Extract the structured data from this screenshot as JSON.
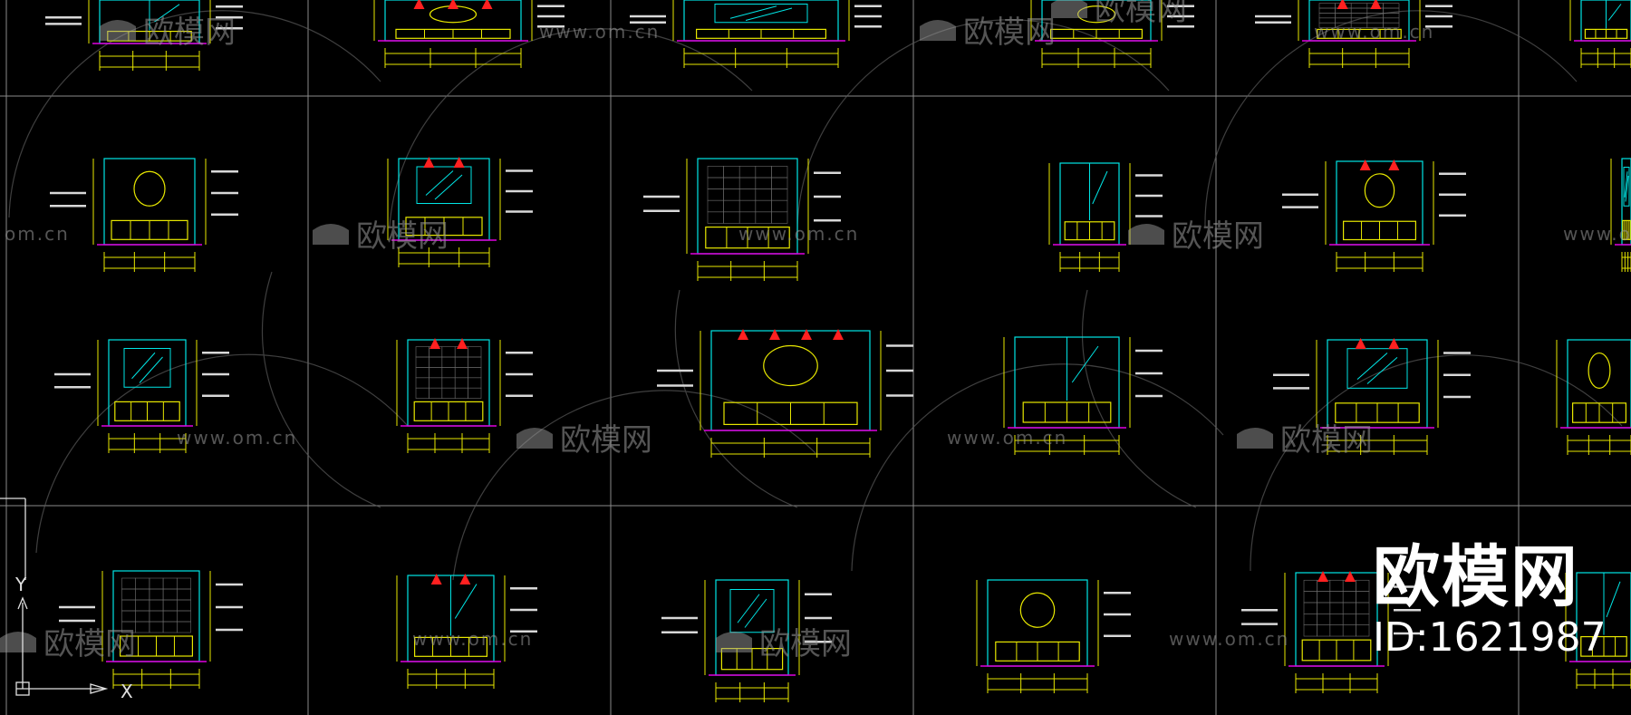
{
  "watermark": {
    "brand_cn": "欧模网",
    "url": "www.om.cn",
    "url_partial": "om.cn"
  },
  "brand_badge": {
    "name": "欧模网",
    "id_text": "ID:1621987"
  },
  "ucs": {
    "x_axis": "X",
    "y_axis": "Y"
  },
  "colors": {
    "background": "#000000",
    "grid": "#8a8a8a",
    "drawing_cyan": "#00e5e5",
    "drawing_yellow": "#e8e800",
    "drawing_red": "#ff2020",
    "drawing_magenta": "#e000e0",
    "annotation_white": "#d8d8d8"
  }
}
